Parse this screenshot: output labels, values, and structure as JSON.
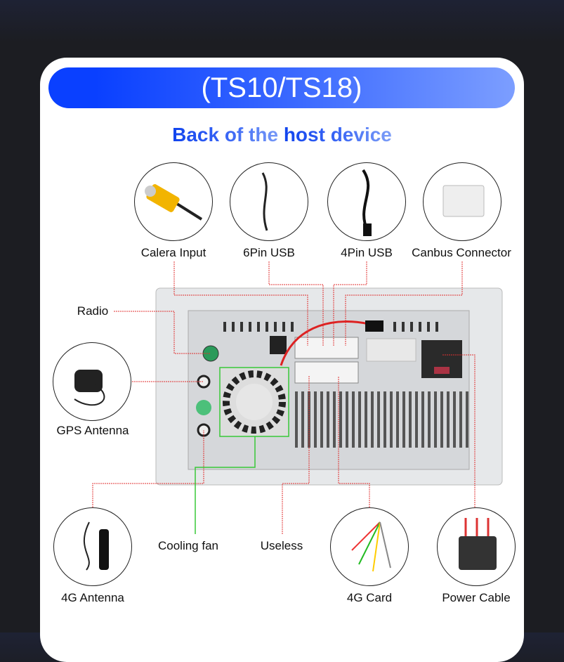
{
  "header": {
    "title": "(TS10/TS18)",
    "subtitle_part1": "Back of the ",
    "subtitle_part2": "host device"
  },
  "labels": {
    "camera_input": "Calera Input",
    "usb_6pin": "6Pin USB",
    "usb_4pin": "4Pin USB",
    "canbus": "Canbus Connector",
    "radio": "Radio",
    "gps": "GPS Antenna",
    "antenna_4g": "4G Antenna",
    "cooling_fan": "Cooling fan",
    "useless": "Useless",
    "card_4g": "4G Card",
    "power": "Power Cable"
  },
  "colors": {
    "accent": "#0a40ff",
    "leader": "#e03030",
    "fan_leader": "#38c838"
  }
}
